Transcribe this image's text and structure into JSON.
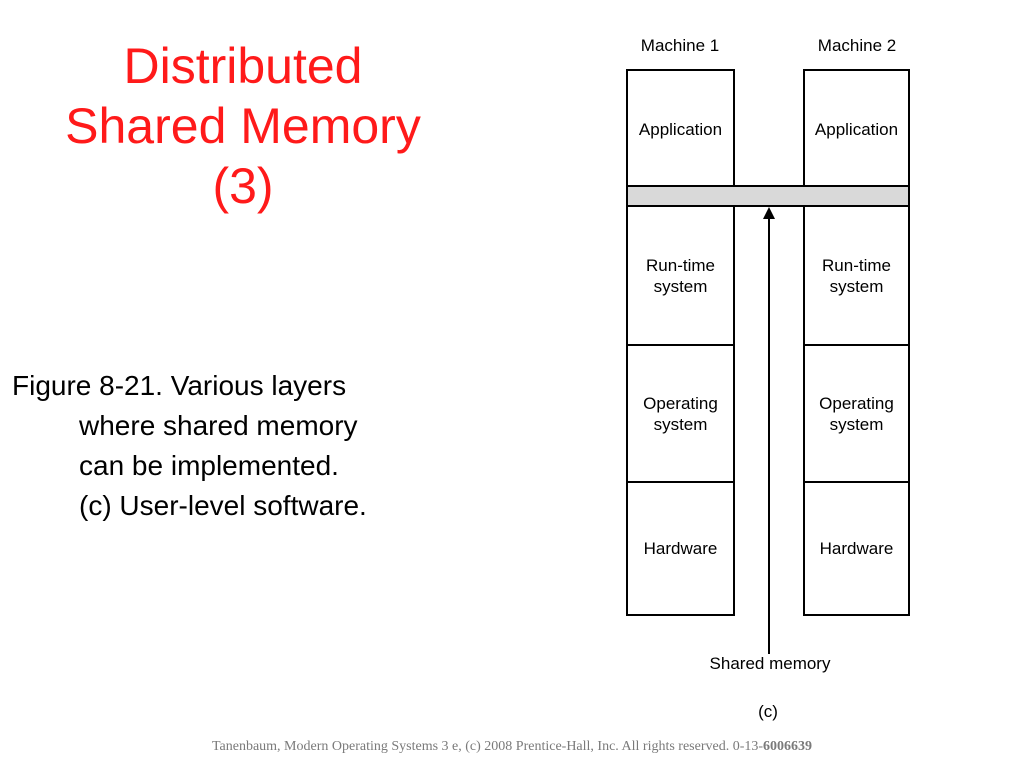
{
  "slide": {
    "title_lines": [
      "Distributed",
      "Shared Memory",
      "(3)"
    ],
    "title_color": "#ff1a1a",
    "caption_lines": [
      "Figure 8-21. Various layers",
      "where shared memory",
      "can be implemented.",
      "(c) User-level software."
    ],
    "footer_prefix": "Tanenbaum, Modern Operating Systems 3 e, (c) 2008 Prentice-Hall, Inc. All rights reserved. 0-13-",
    "footer_bold": "6006639"
  },
  "diagram": {
    "machines": [
      {
        "label": "Machine 1",
        "layers": [
          "Application",
          "Run-time\nsystem",
          "Operating\nsystem",
          "Hardware"
        ]
      },
      {
        "label": "Machine 2",
        "layers": [
          "Application",
          "Run-time\nsystem",
          "Operating\nsystem",
          "Hardware"
        ]
      }
    ],
    "shared_label": "Shared memory",
    "figure_label": "(c)",
    "bar_color": "#d9d9d9"
  }
}
